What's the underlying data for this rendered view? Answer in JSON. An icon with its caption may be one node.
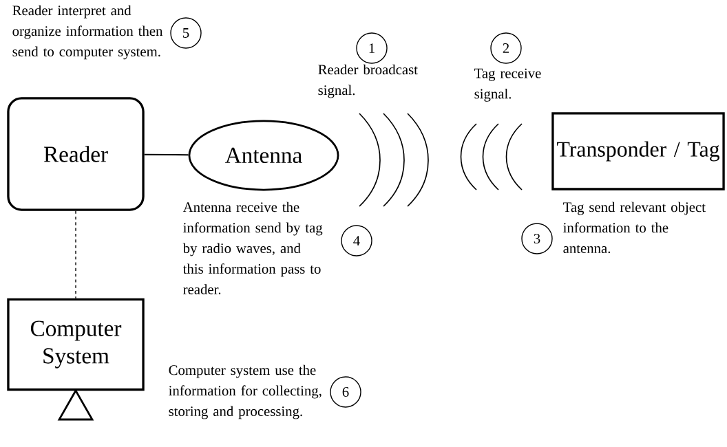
{
  "diagram": {
    "nodes": [
      {
        "text": [
          "Reader"
        ]
      },
      {
        "text": [
          "Antenna"
        ]
      },
      {
        "text": [
          "Transponder / Tag"
        ]
      },
      {
        "text": [
          "Computer System"
        ]
      },
      {
        "text": [
          "1"
        ]
      },
      {
        "text": [
          "2"
        ]
      },
      {
        "text": [
          "3"
        ]
      },
      {
        "text": [
          "4"
        ]
      },
      {
        "text": [
          "5"
        ]
      },
      {
        "text": [
          "6"
        ]
      }
    ],
    "edges": [
      {
        "from": 0,
        "to": 1,
        "arrow": "none"
      },
      {
        "from": 0,
        "to": 3,
        "arrow": "none",
        "style": "dashed"
      }
    ],
    "labels": [
      "Reader interpret and organize information then send to computer system.",
      "Reader broadcast signal.",
      "Tag receive signal.",
      "Antenna receive the information send by tag by radio waves, and this information pass to reader.",
      "Tag send relevant object information to the antenna.",
      "Computer system use the information for collecting, storing and processing."
    ]
  }
}
